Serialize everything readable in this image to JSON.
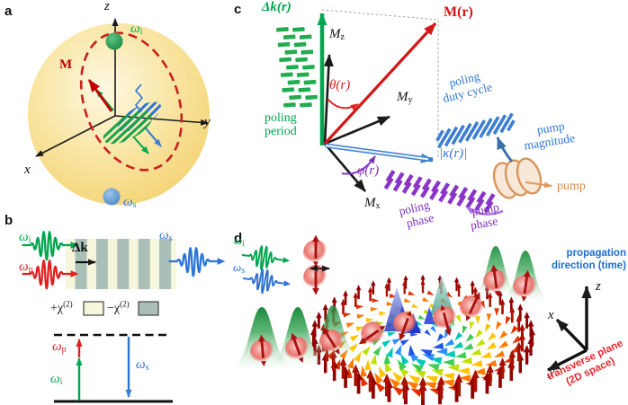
{
  "figure": {
    "panel_a_label": "a",
    "panel_b_label": "b",
    "panel_c_label": "c",
    "panel_d_label": "d"
  },
  "symbols": {
    "omega_i": {
      "base": "ω",
      "sub": "i"
    },
    "omega_p": {
      "base": "ω",
      "sub": "p"
    },
    "omega_s": {
      "base": "ω",
      "sub": "s"
    },
    "z": "z",
    "y": "y",
    "x": "x",
    "M": "M"
  },
  "panel_b": {
    "delta_k": "Δk",
    "chi_plus": {
      "base": "+χ",
      "sup": "(2)"
    },
    "chi_minus": {
      "base": "−χ",
      "sup": "(2)"
    }
  },
  "panel_c": {
    "delta_k_r": "Δk(r)",
    "M_z": {
      "base": "M",
      "sub": "z"
    },
    "M_y": {
      "base": "M",
      "sub": "y"
    },
    "M_x": {
      "base": "M",
      "sub": "x"
    },
    "M_r": "M(r)",
    "theta_r": "θ(r)",
    "phi_r": "φ(r)",
    "kappa_r": "|κ(r)|",
    "poling_period": [
      "poling",
      "period"
    ],
    "poling_duty_cycle": [
      "poling",
      "duty cycle"
    ],
    "poling_phase": [
      "poling",
      "phase"
    ],
    "pump_magnitude": [
      "pump",
      "magnitude"
    ],
    "pump_phase": [
      "pump",
      "phase"
    ],
    "pump": "pump"
  },
  "panel_d": {
    "propagation": [
      "propagation",
      "direction (time)"
    ],
    "transverse": [
      "transverse plane",
      "(2D space)"
    ]
  },
  "palette": {
    "green": "#00a64f",
    "stripe_green": "#22ab4f",
    "red": "#e02020",
    "dark_red": "#c00000",
    "blue": "#2e75d4",
    "band_blue": "#3d7fd0",
    "steel_blue": "#3c6fa5",
    "purple": "#7d2fbe",
    "band_purple": "#8a35c8",
    "violet": "#a86fe0",
    "pump_orange": "#e2995c",
    "sphere_yellow": "#f5d77e",
    "chi_plus_fill": "#f6f6dc",
    "chi_minus_fill": "#aabfb7",
    "skyrmion_rim": [
      "#8f0000",
      "#a81000"
    ],
    "skyrmion_rings": [
      "#e23000",
      "#ff7a00",
      "#ffc400",
      "#c4e000",
      "#3fcc55",
      "#00c8b8",
      "#2f8fff",
      "#2255e8"
    ],
    "skyrmion_center": "#2038c8"
  }
}
